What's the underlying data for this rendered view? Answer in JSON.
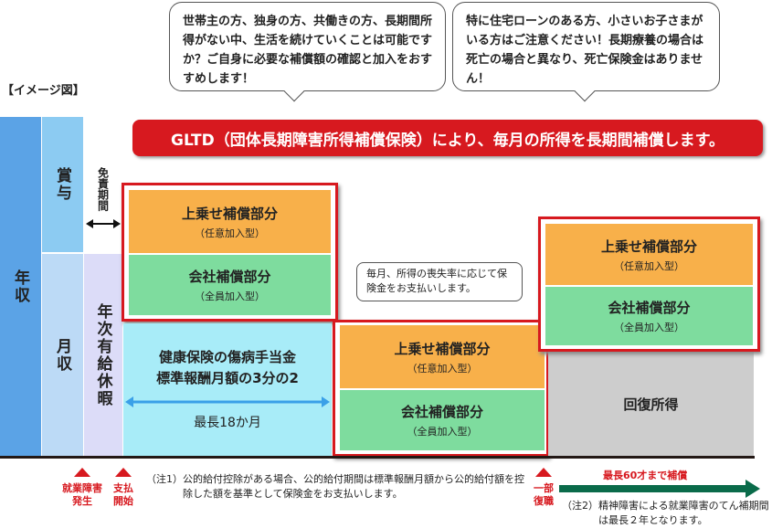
{
  "bubbles": [
    {
      "text": "世帯主の方、独身の方、共働きの方、長期間所得がない中、生活を続けていくことは可能ですか？ご自身に必要な補償額の確認と加入をおすすめします！"
    },
    {
      "text": "特に住宅ローンのある方、小さいお子さまがいる方はご注意ください！長期療養の場合は死亡の場合と異なり、死亡保険金はありません！"
    }
  ],
  "image_label": "【イメージ図】",
  "banner": "GLTD（団体長期障害所得補償保険）により、毎月の所得を長期間補償します。",
  "columns": {
    "annual": "年収",
    "bonus": "賞与",
    "monthly": "月収",
    "paid_leave": "年次有給休暇",
    "exemption": "免責期間"
  },
  "topup": {
    "title": "上乗せ補償部分",
    "sub": "（任意加入型）"
  },
  "company": {
    "title": "会社補償部分",
    "sub": "（全員加入型）"
  },
  "health": {
    "line1": "健康保険の傷病手当金",
    "line2": "標準報酬月額の3分の2",
    "duration": "最長18か月"
  },
  "payout_note": "毎月、所得の喪失率に応じて保険金をお支払いします。",
  "recovery": "回復所得",
  "markers": {
    "injury": "就業障害発生",
    "payment": "支払開始",
    "partial": "一部復職"
  },
  "note1": {
    "label": "（注1）",
    "text": "公的給付控除がある場合、公的給付期間は標準報酬月額から公的給付額を控除した額を基準として保険金をお支払いします。"
  },
  "max_age": "最長60才まで補償",
  "note2": {
    "label": "（注2）",
    "text": "精神障害による就業障害のてん補期間は最長２年となります。"
  },
  "colors": {
    "red": "#d7191f",
    "orange": "#f8b04a",
    "green": "#7edc9e",
    "cyan": "#a8ecf8",
    "arrow_green": "#0a6b4a"
  }
}
